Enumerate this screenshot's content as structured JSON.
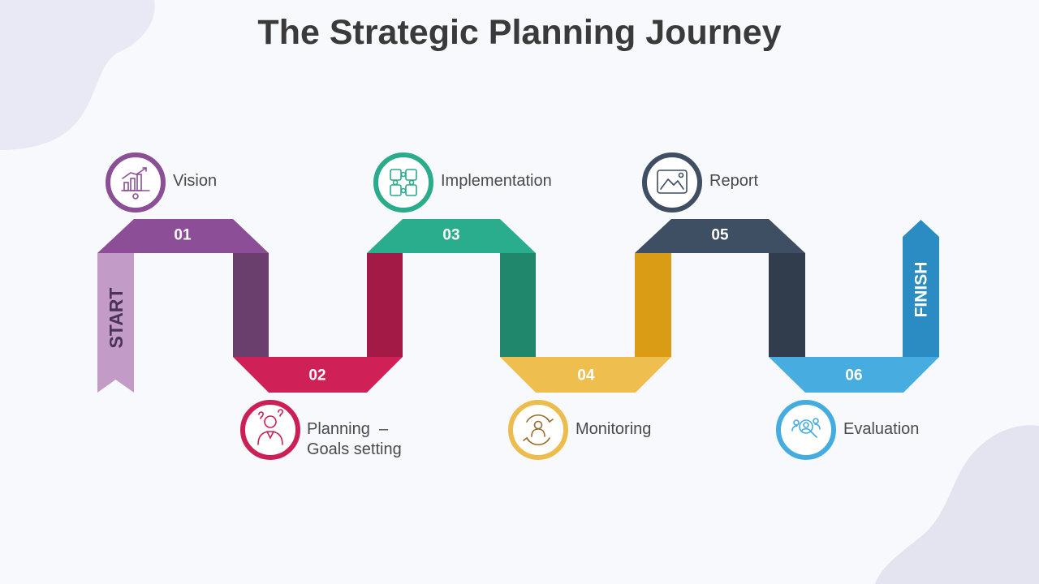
{
  "title": "The Strategic Planning Journey",
  "start_label": "START",
  "finish_label": "FINISH",
  "steps": [
    {
      "number": "01",
      "label_lines": [
        "Vision"
      ],
      "color": "#8b4f95",
      "icon": "growth-chart-gear-icon"
    },
    {
      "number": "02",
      "label_lines": [
        "Planning  –",
        "Goals setting"
      ],
      "color": "#cc1f55",
      "icon": "thinking-person-icon"
    },
    {
      "number": "03",
      "label_lines": [
        "Implementation"
      ],
      "color": "#2aac8c",
      "icon": "puzzle-pieces-icon"
    },
    {
      "number": "04",
      "label_lines": [
        "Monitoring"
      ],
      "color": "#ecbd4e",
      "icon": "person-cycle-icon"
    },
    {
      "number": "05",
      "label_lines": [
        "Report"
      ],
      "color": "#3f4e62",
      "icon": "report-image-icon"
    },
    {
      "number": "06",
      "label_lines": [
        "Evaluation"
      ],
      "color": "#45ace0",
      "icon": "team-search-icon"
    }
  ],
  "colors": {
    "start_band": "#c29bc6",
    "finish_band": "#2a8cc2",
    "background": "#f8f9fc",
    "blob": "#e6e7f2",
    "title_text": "#3a3a3a",
    "label_text": "#4a4a4a"
  }
}
